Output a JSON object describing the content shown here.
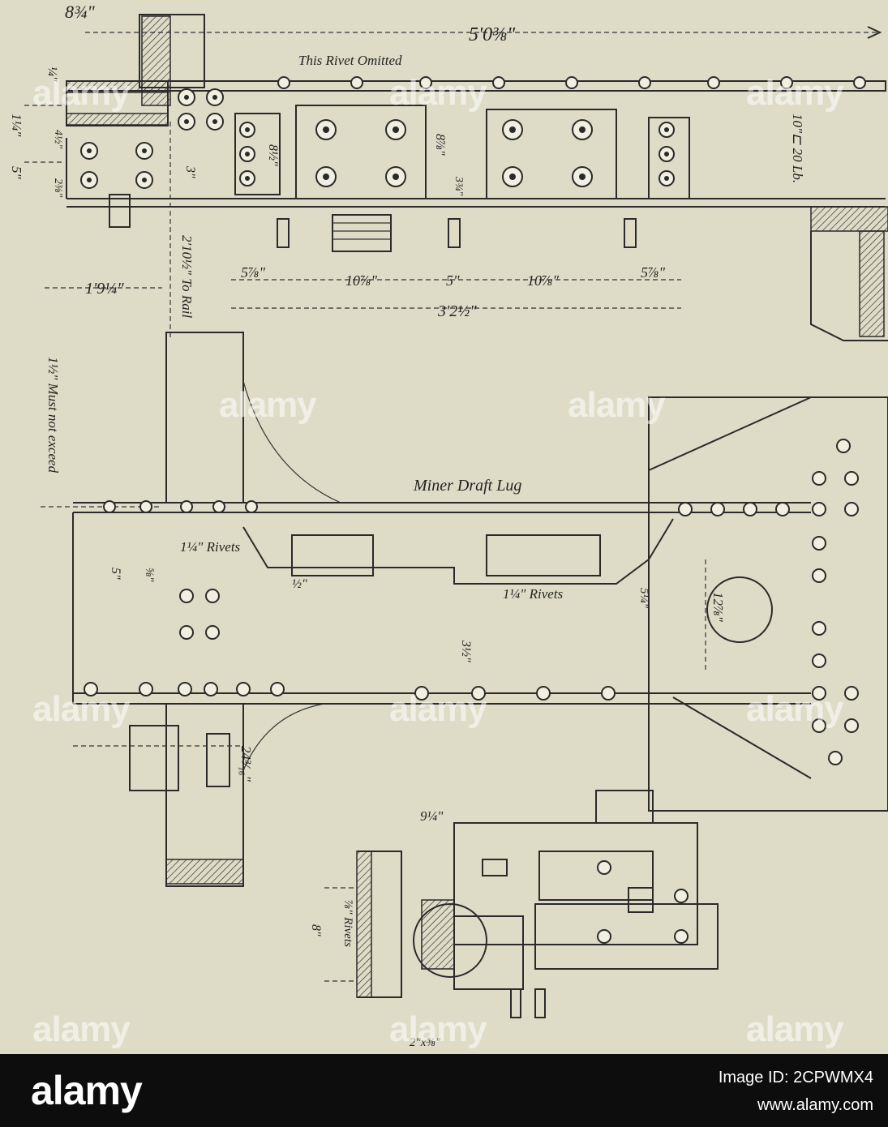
{
  "labels": {
    "dim_top_left": "8¾\"",
    "dim_top_span": "5'0⅜\"",
    "rivet_omitted": "This Rivet Omitted",
    "dim_quarter": "¼\"",
    "dim_five": "5\"",
    "dim_one_quarter": "1¼\"",
    "dim_4_half": "4½\"",
    "dim_2_3_8": "2⅜\"",
    "dim_3": "3\"",
    "dim_8_half": "8½\"",
    "dim_8_7_8": "8⅞\"",
    "dim_3_3_4": "3¾\"",
    "channel": "10\"⊏ 20 Lb.",
    "to_rail": "2'10½\" To Rail",
    "dim_5_7_8_a": "5⅞\"",
    "dim_10_7_8_a": "10⅞\"",
    "dim_5_mid": "5\"",
    "dim_10_7_8_b": "10⅞\"",
    "dim_5_7_8_b": "5⅞\"",
    "dim_1_9_quarter": "1'9¼\"",
    "dim_3_2_half": "3'2½\"",
    "must_not_exceed": "1½\" Must not exceed",
    "miner_draft_lug": "Miner Draft Lug",
    "rivets_left": "1¼\" Rivets",
    "rivets_mid": "1¼\" Rivets",
    "dim_5_side": "5\"",
    "dim_5_8": "⅝\"",
    "dim_half": "½\"",
    "dim_12_7_8": "12⅞\"",
    "dim_5_quarter": "5¼\"",
    "dim_3_half": "3½\"",
    "dim_24_3_16": "24³⁄₁₆\"",
    "dim_9_quarter": "9¼\"",
    "dim_8_bottom": "8\"",
    "rivets_7_8": "⅞\" Rivets",
    "dim_2x5_8": "2\"x⅝\""
  },
  "watermark": "alamy",
  "footer": {
    "logo": "alamy",
    "image_id": "Image ID: 2CPWMX4",
    "site": "www.alamy.com"
  },
  "colors": {
    "paper": "#dedcc7",
    "ink": "#2a2a2a",
    "footer_bg": "#0d0d0d"
  }
}
